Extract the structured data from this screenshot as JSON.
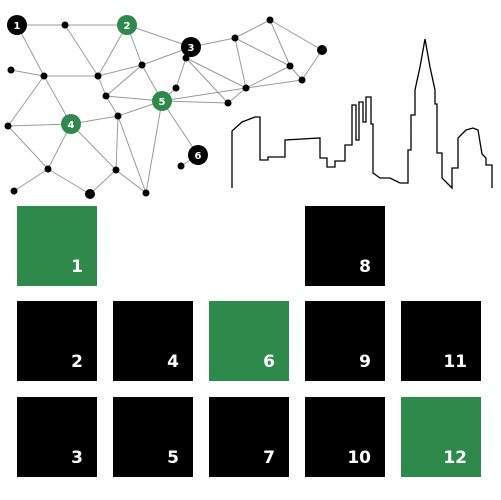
{
  "colors": {
    "green": "#2e8a4a",
    "black": "#000000",
    "line": "#9a9a9a",
    "skyline": "#000000"
  },
  "network": {
    "numbered_nodes": [
      {
        "label": "1",
        "color": "black"
      },
      {
        "label": "2",
        "color": "green"
      },
      {
        "label": "3",
        "color": "black"
      },
      {
        "label": "4",
        "color": "green"
      },
      {
        "label": "5",
        "color": "green"
      },
      {
        "label": "6",
        "color": "black"
      }
    ]
  },
  "tiles": [
    {
      "label": "1",
      "color": "green"
    },
    {
      "label": "8",
      "color": "black"
    },
    {
      "label": "2",
      "color": "black"
    },
    {
      "label": "4",
      "color": "black"
    },
    {
      "label": "6",
      "color": "green"
    },
    {
      "label": "9",
      "color": "black"
    },
    {
      "label": "11",
      "color": "black"
    },
    {
      "label": "3",
      "color": "black"
    },
    {
      "label": "5",
      "color": "black"
    },
    {
      "label": "7",
      "color": "black"
    },
    {
      "label": "10",
      "color": "black"
    },
    {
      "label": "12",
      "color": "green"
    }
  ]
}
